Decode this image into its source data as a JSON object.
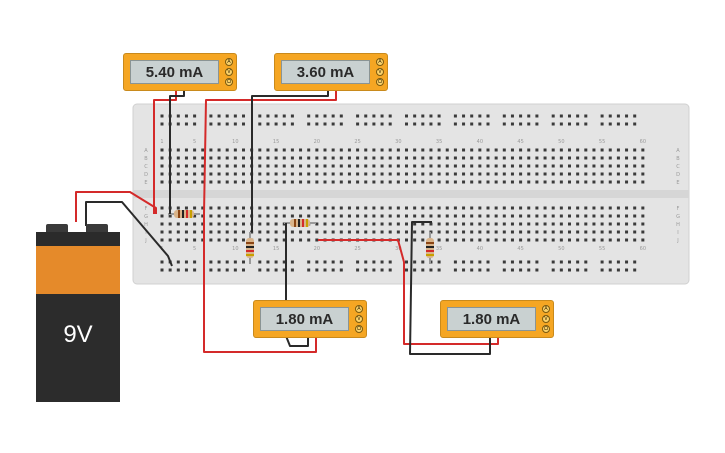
{
  "meters": [
    {
      "id": "m1",
      "reading": "5.40 mA"
    },
    {
      "id": "m2",
      "reading": "3.60 mA"
    },
    {
      "id": "m3",
      "reading": "1.80 mA"
    },
    {
      "id": "m4",
      "reading": "1.80 mA"
    }
  ],
  "meter_mode_labels": [
    "A",
    "V",
    "Ω"
  ],
  "battery": {
    "label": "9V"
  },
  "breadboard": {
    "column_numbers": [
      "1",
      "5",
      "10",
      "15",
      "20",
      "25",
      "30",
      "35",
      "40",
      "45",
      "50",
      "55",
      "60"
    ],
    "row_letters_top": [
      "A",
      "B",
      "C",
      "D",
      "E"
    ],
    "row_letters_bottom": [
      "F",
      "G",
      "H",
      "I",
      "J"
    ]
  },
  "colors": {
    "wire_red": "#d42a2a",
    "wire_black": "#2a2a2a",
    "meter": "#f5a623",
    "board": "#e4e4e4"
  }
}
